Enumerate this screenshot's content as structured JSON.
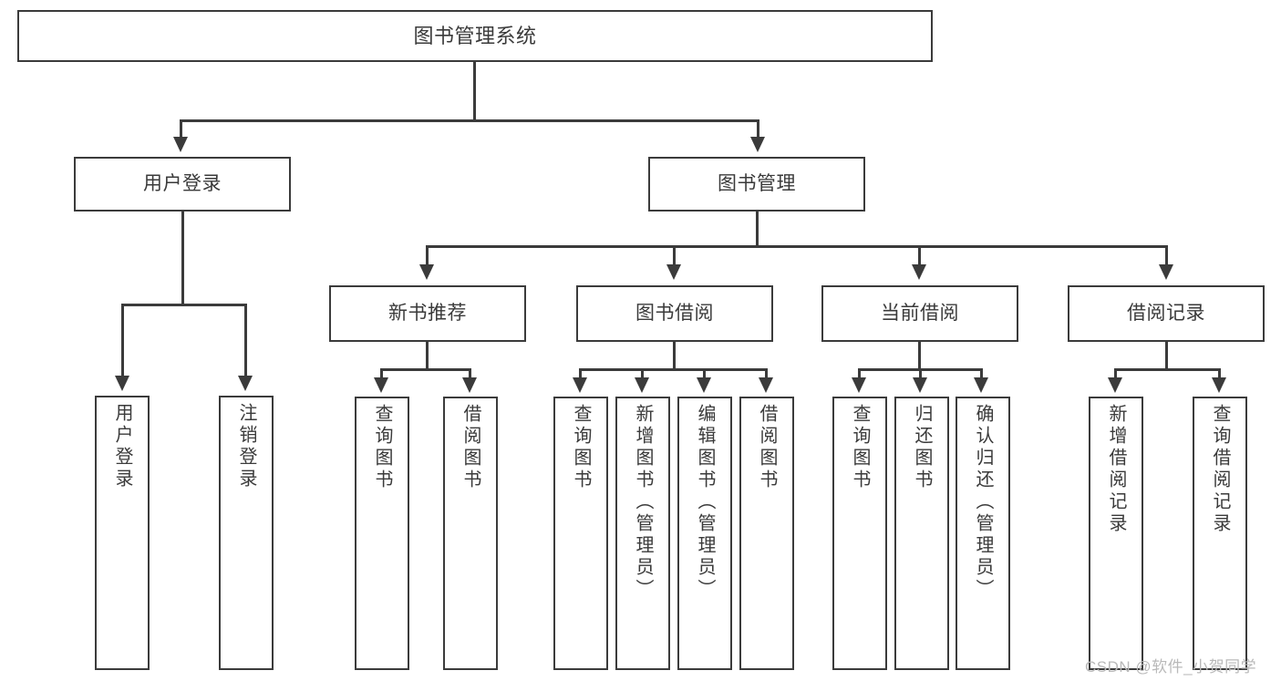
{
  "diagram": {
    "title_node": {
      "label": "图书管理系统"
    },
    "level2": [
      {
        "label": "用户登录"
      },
      {
        "label": "图书管理"
      }
    ],
    "level3": [
      {
        "label": "新书推荐"
      },
      {
        "label": "图书借阅"
      },
      {
        "label": "当前借阅"
      },
      {
        "label": "借阅记录"
      }
    ],
    "leaves": {
      "user_login": [
        {
          "label": "用户登录"
        },
        {
          "label": "注销登录"
        }
      ],
      "new_book_recommend": [
        {
          "label": "查询图书"
        },
        {
          "label": "借阅图书"
        }
      ],
      "book_borrow": [
        {
          "label": "查询图书"
        },
        {
          "label": "新增图书（管理员）"
        },
        {
          "label": "编辑图书（管理员）"
        },
        {
          "label": "借阅图书"
        }
      ],
      "current_borrow": [
        {
          "label": "查询图书"
        },
        {
          "label": "归还图书"
        },
        {
          "label": "确认归还（管理员）"
        }
      ],
      "borrow_records": [
        {
          "label": "新增借阅记录"
        },
        {
          "label": "查询借阅记录"
        }
      ]
    }
  },
  "watermark": {
    "text": "CSDN @软件_小贺同学"
  },
  "colors": {
    "stroke": "#3b3b3b",
    "text": "#3a3a3a",
    "background": "#ffffff",
    "watermark": "#b9b9b9"
  }
}
